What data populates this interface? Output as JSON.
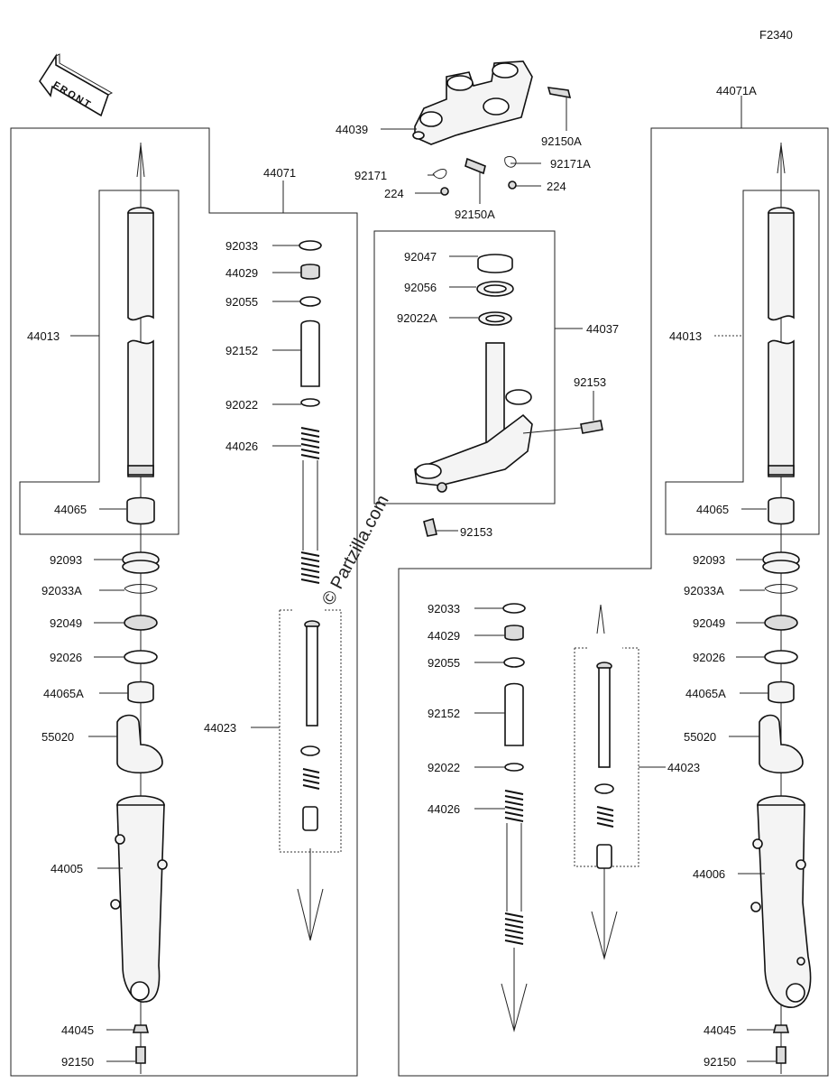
{
  "diagram_code": "F2340",
  "front_label": "FRONT",
  "watermark": "© Partzilla.com",
  "labels": {
    "l44071": "44071",
    "l44071A": "44071A",
    "l44039": "44039",
    "l92150A_a": "92150A",
    "l92150A_b": "92150A",
    "l92171": "92171",
    "l92171A": "92171A",
    "l224_a": "224",
    "l224_b": "224",
    "l44037": "44037",
    "l92047": "92047",
    "l92056": "92056",
    "l92022A": "92022A",
    "l92153_a": "92153",
    "l92153_b": "92153",
    "L_44013": "44013",
    "L_44065": "44065",
    "L_92093": "92093",
    "L_92033A": "92033A",
    "L_92049": "92049",
    "L_92026": "92026",
    "L_44065A": "44065A",
    "L_55020": "55020",
    "L_44005": "44005",
    "L_44045": "44045",
    "L_92150": "92150",
    "C1_92033": "92033",
    "C1_44029": "44029",
    "C1_92055": "92055",
    "C1_92152": "92152",
    "C1_92022": "92022",
    "C1_44026": "44026",
    "C1_44023": "44023",
    "C2_92033": "92033",
    "C2_44029": "44029",
    "C2_92055": "92055",
    "C2_92152": "92152",
    "C2_92022": "92022",
    "C2_44026": "44026",
    "C2_44023": "44023",
    "R_44013": "44013",
    "R_44065": "44065",
    "R_92093": "92093",
    "R_92033A": "92033A",
    "R_92049": "92049",
    "R_92026": "92026",
    "R_44065A": "44065A",
    "R_55020": "55020",
    "R_44006": "44006",
    "R_44045": "44045",
    "R_92150": "92150"
  }
}
